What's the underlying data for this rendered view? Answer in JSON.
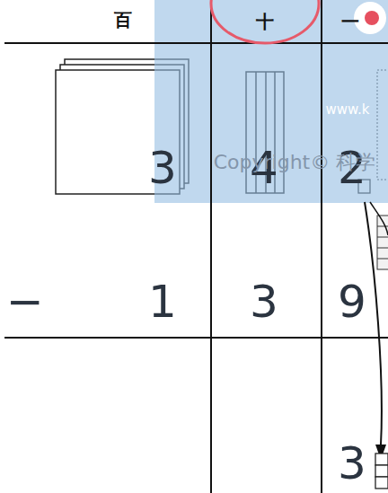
{
  "diagram": {
    "labels": [
      "百",
      "十",
      "一",
      "3",
      "4",
      "2",
      "www.k",
      "Copyright© 科学",
      "−",
      "1",
      "3",
      "9",
      "3"
    ]
  }
}
